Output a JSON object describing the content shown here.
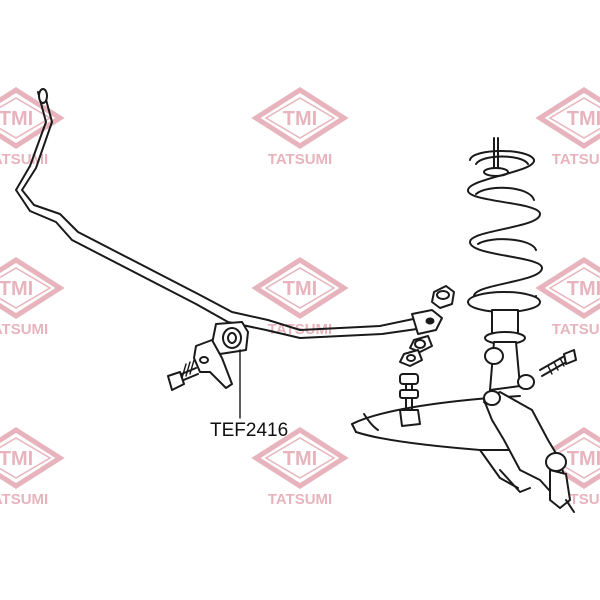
{
  "background_color": "#ffffff",
  "watermark": {
    "logo_text": "TMI",
    "brand_text": "TATSUMI",
    "color": "#e7b4bd"
  },
  "diagram": {
    "part_label": "TEF2416",
    "line_color": "#1a1a1a",
    "components": [
      "stabilizer-bar",
      "stabilizer-bushing",
      "bushing-bracket",
      "bracket-bolt",
      "coil-spring",
      "shock-absorber",
      "stabilizer-link",
      "lower-control-arm",
      "steering-knuckle"
    ]
  }
}
